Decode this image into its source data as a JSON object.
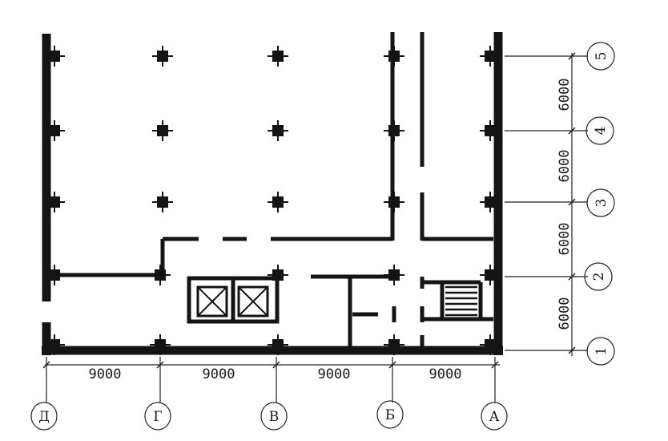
{
  "horizontal_dimensions": [
    "9000",
    "9000",
    "9000",
    "9000"
  ],
  "vertical_dimensions": [
    "6000",
    "6000",
    "6000",
    "6000"
  ],
  "letter_axes": [
    "Д",
    "Г",
    "В",
    "Б",
    "А"
  ],
  "number_axes": [
    "1",
    "2",
    "3",
    "4",
    "5"
  ]
}
